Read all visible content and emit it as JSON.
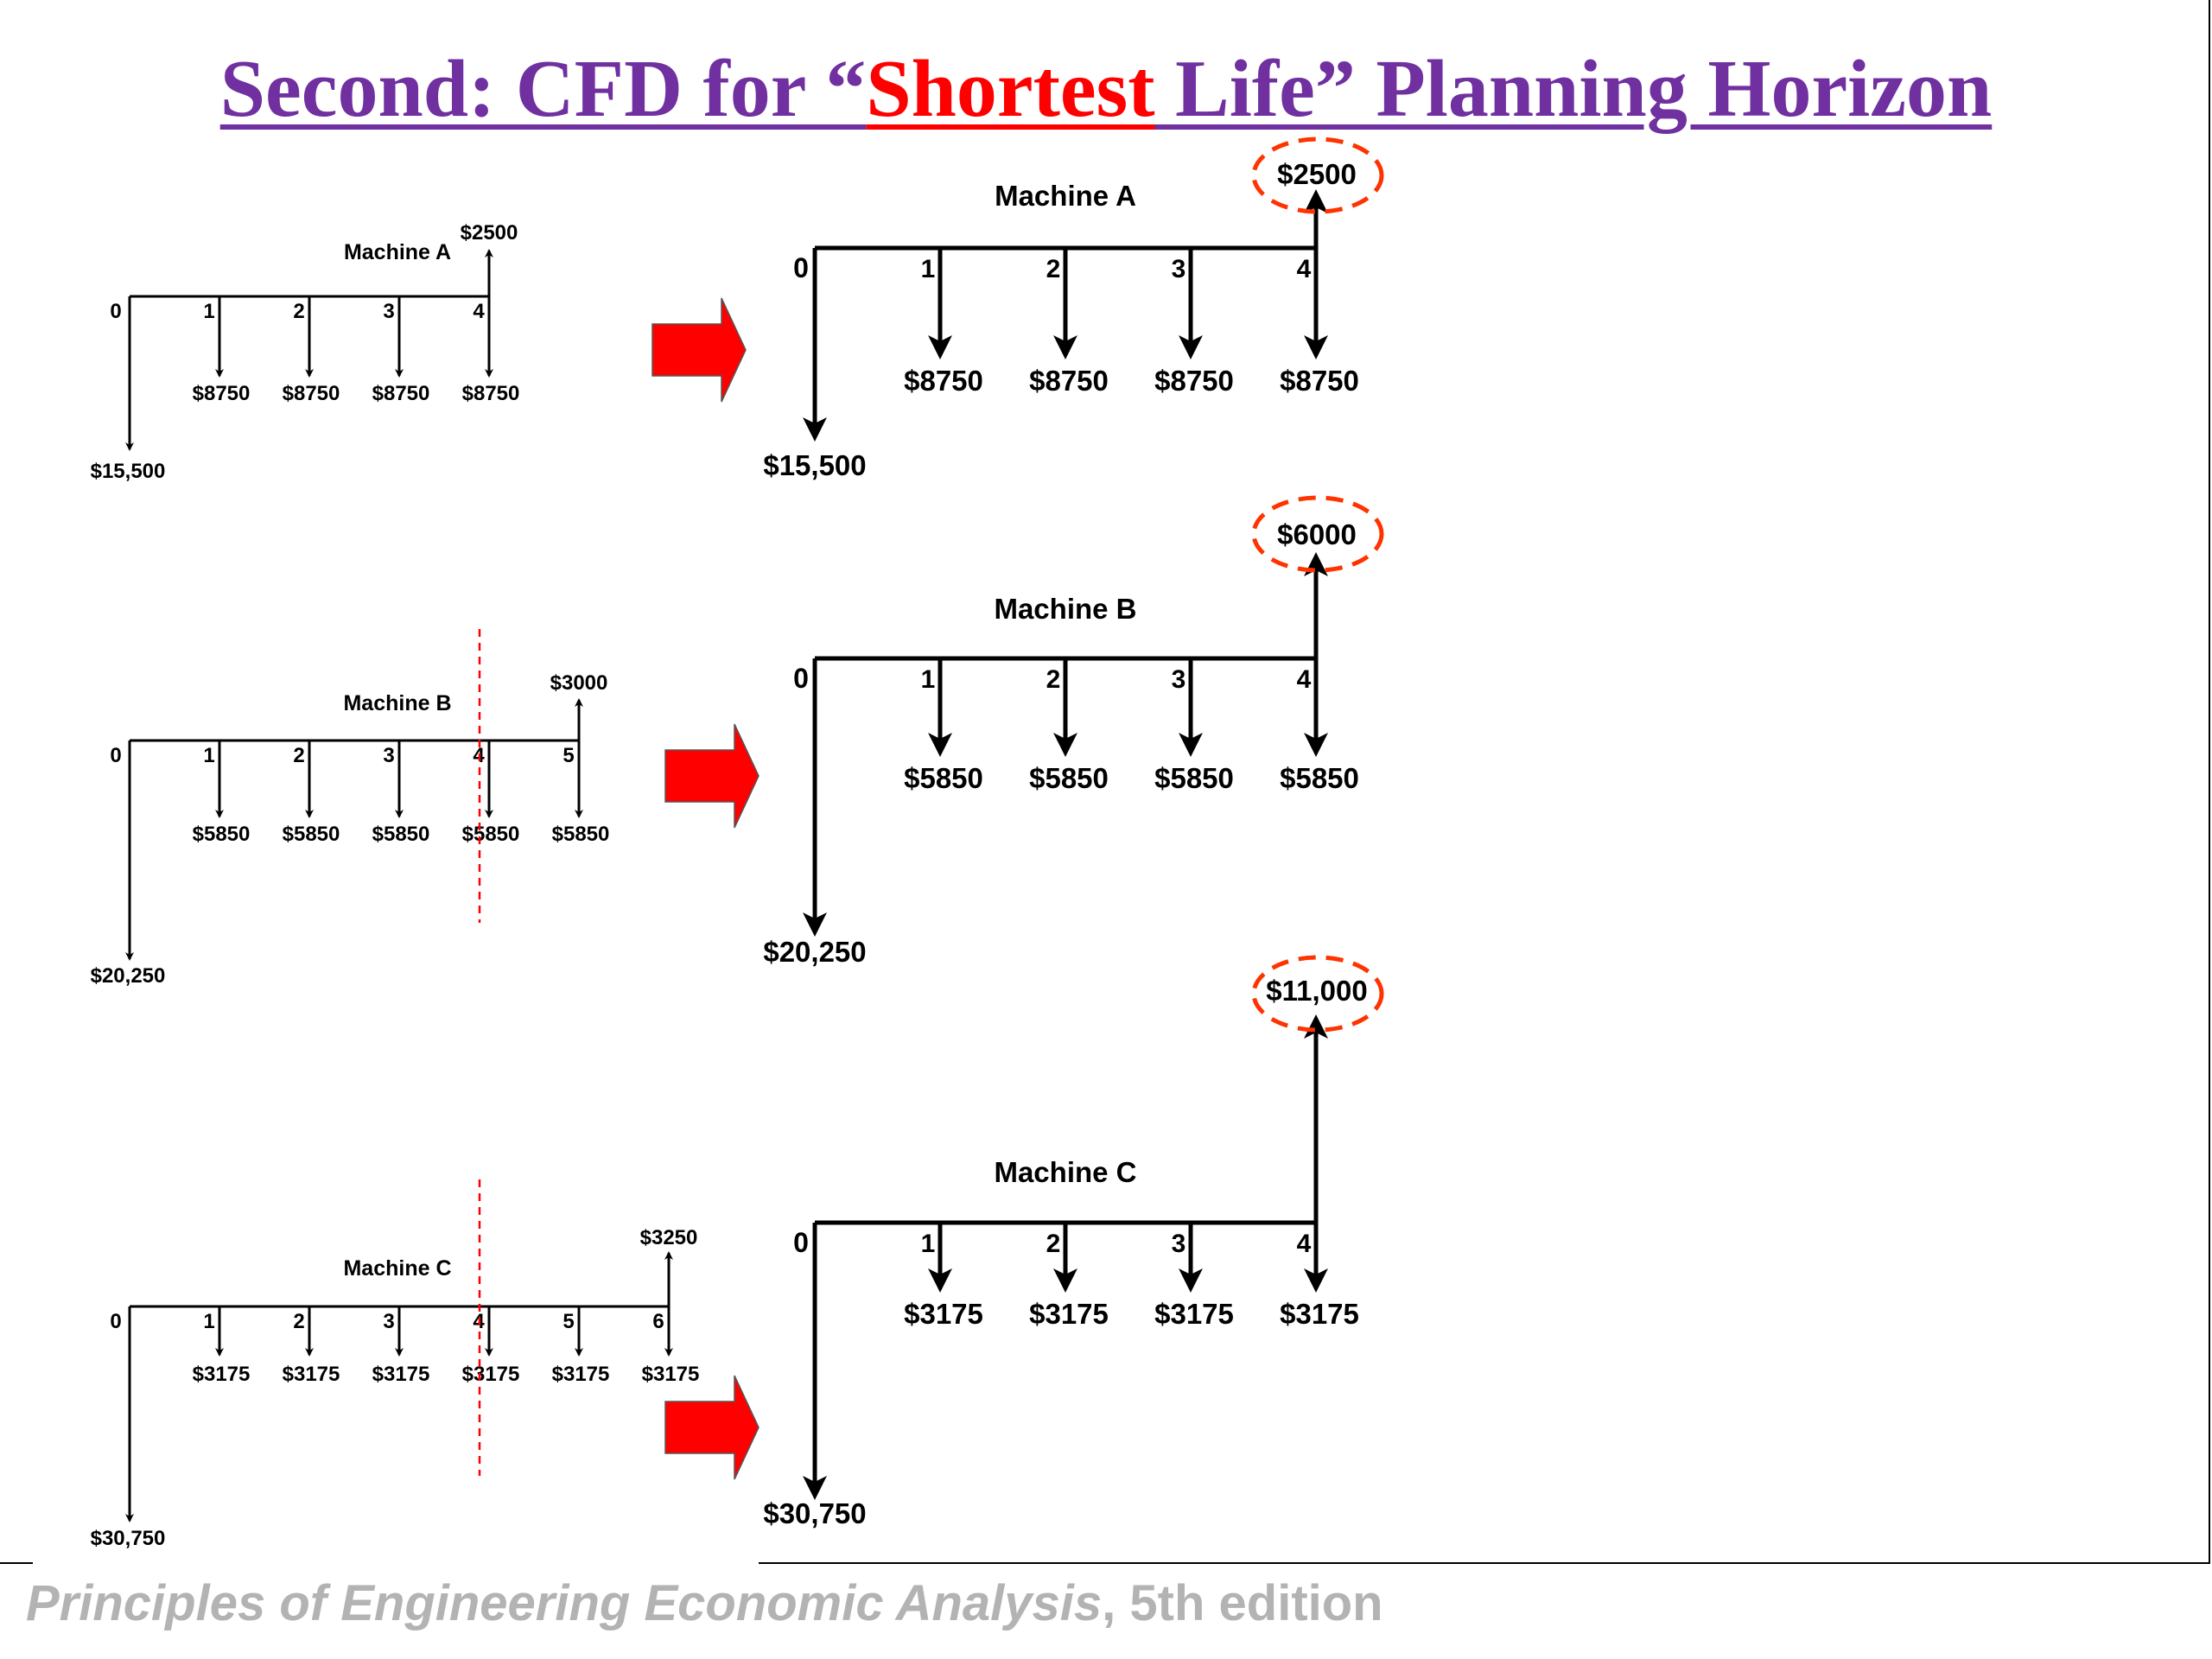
{
  "title": {
    "part1": "Second: CFD for “",
    "highlight": "Shortest",
    "part2": " Life” Planning Horizon"
  },
  "footer": {
    "book": "Principles of Engineering Economic Analysis",
    "edition": ", 5th edition"
  },
  "colors": {
    "title": "#7030a0",
    "highlight": "#ff0000",
    "arrow_fill": "#ff0000",
    "dashed_marker": "#ff0000",
    "salvage_circle": "#ff3300",
    "footer": "#b3b3b3"
  },
  "machines": [
    {
      "name": "Machine A",
      "original": {
        "periods": [
          "0",
          "1",
          "2",
          "3",
          "4"
        ],
        "initial": "$15,500",
        "annual": [
          "$8750",
          "$8750",
          "$8750",
          "$8750"
        ],
        "salvage": "$2500",
        "cut_marker": false
      },
      "shortest": {
        "periods": [
          "0",
          "1",
          "2",
          "3",
          "4"
        ],
        "initial": "$15,500",
        "annual": [
          "$8750",
          "$8750",
          "$8750",
          "$8750"
        ],
        "salvage": "$2500"
      }
    },
    {
      "name": "Machine B",
      "original": {
        "periods": [
          "0",
          "1",
          "2",
          "3",
          "4",
          "5"
        ],
        "initial": "$20,250",
        "annual": [
          "$5850",
          "$5850",
          "$5850",
          "$5850",
          "$5850"
        ],
        "salvage": "$3000",
        "cut_marker": true
      },
      "shortest": {
        "periods": [
          "0",
          "1",
          "2",
          "3",
          "4"
        ],
        "initial": "$20,250",
        "annual": [
          "$5850",
          "$5850",
          "$5850",
          "$5850"
        ],
        "salvage": "$6000"
      }
    },
    {
      "name": "Machine C",
      "original": {
        "periods": [
          "0",
          "1",
          "2",
          "3",
          "4",
          "5",
          "6"
        ],
        "initial": "$30,750",
        "annual": [
          "$3175",
          "$3175",
          "$3175",
          "$3175",
          "$3175",
          "$3175"
        ],
        "salvage": "$3250",
        "cut_marker": true
      },
      "shortest": {
        "periods": [
          "0",
          "1",
          "2",
          "3",
          "4"
        ],
        "initial": "$30,750",
        "annual": [
          "$3175",
          "$3175",
          "$3175",
          "$3175"
        ],
        "salvage": "$11,000"
      }
    }
  ]
}
